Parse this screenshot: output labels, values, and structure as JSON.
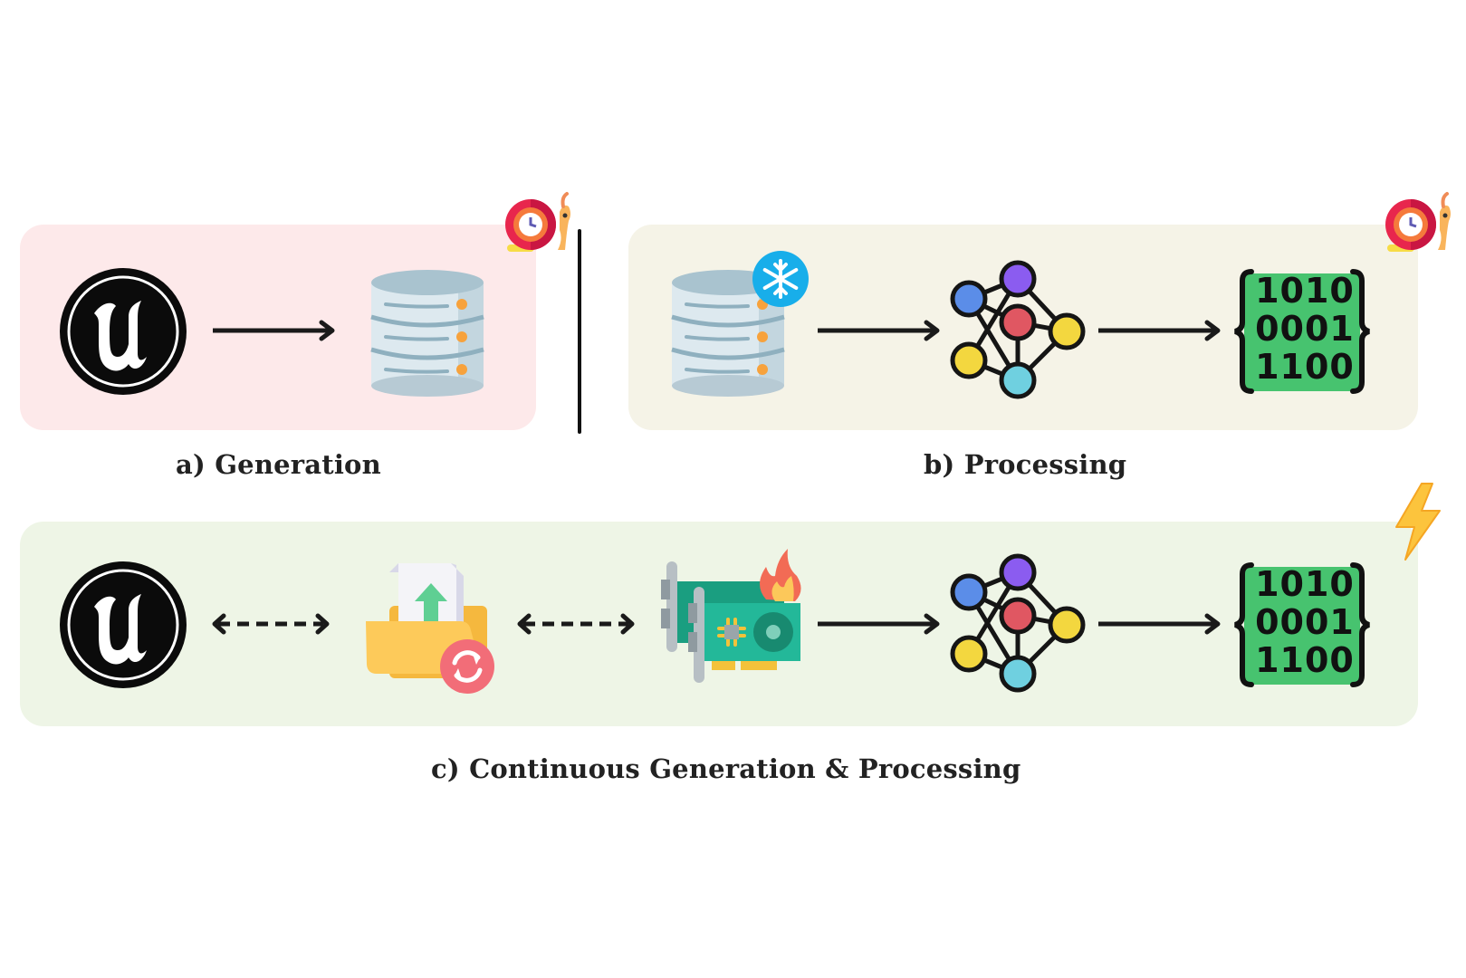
{
  "figure": {
    "sections": [
      {
        "id": "a",
        "caption": "a)  Generation",
        "background": "#fde9ea",
        "badge_icon": "snail-clock-icon",
        "flow": [
          "unreal-engine-logo-icon",
          "arrow-right",
          "database-icon"
        ]
      },
      {
        "id": "b",
        "caption": "b) Processing",
        "background": "#f5f3e7",
        "badge_icon": "snail-clock-icon",
        "flow": [
          "frozen-database-icon",
          "arrow-right",
          "neural-network-icon",
          "arrow-right",
          "binary-data-icon"
        ]
      },
      {
        "id": "c",
        "caption": "c) Continuous Generation & Processing",
        "background": "#eef5e6",
        "badge_icon": "lightning-icon",
        "flow": [
          "unreal-engine-logo-icon",
          "dashed-bidirectional-arrow",
          "folder-sync-icon",
          "dashed-bidirectional-arrow",
          "gpu-fire-icon",
          "arrow-right",
          "neural-network-icon",
          "arrow-right",
          "binary-data-icon"
        ]
      }
    ],
    "binary_rows": [
      "1010",
      "0001",
      "1100"
    ],
    "colors": {
      "binary_green": "#47c36f",
      "node_blue": "#5b8de8",
      "node_purple": "#8b5cf0",
      "node_red": "#e05762",
      "node_yellow": "#f3d73f",
      "node_cyan": "#6fd0e0",
      "snowflake_badge": "#18aeea",
      "folder_yellow": "#fdca5a",
      "sync_red": "#f26d78",
      "gpu_teal": "#1fb393",
      "lightning": "#fcc43d"
    }
  }
}
